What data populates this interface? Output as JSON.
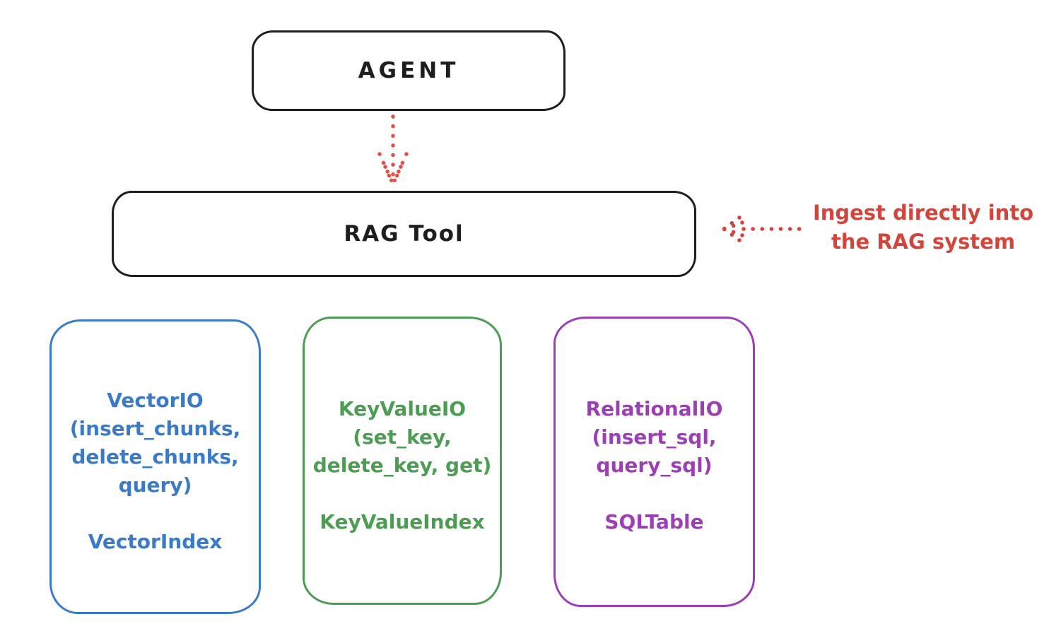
{
  "canvas": {
    "background": "#ffffff"
  },
  "nodes": {
    "agent": {
      "label": "AGENT",
      "stroke": "#1e1e1e"
    },
    "rag_tool": {
      "label": "RAG Tool",
      "stroke": "#1e1e1e"
    }
  },
  "annotation": {
    "line1": "Ingest directly into",
    "line2": "the RAG system",
    "color": "#d1453b"
  },
  "arrows": {
    "agent_to_rag": {
      "style": "dotted",
      "color": "#dd5149",
      "direction": "down"
    },
    "annotation_to_rag": {
      "style": "dotted",
      "color": "#d1453b",
      "direction": "left"
    }
  },
  "cards": [
    {
      "id": "vector-io",
      "color": "#3a7bc8",
      "lines": [
        "VectorIO",
        "(insert_chunks,",
        "delete_chunks,",
        "query)"
      ],
      "index_label": "VectorIndex"
    },
    {
      "id": "keyvalue-io",
      "color": "#4a9d51",
      "lines": [
        "KeyValueIO",
        "(set_key,",
        "delete_key, get)"
      ],
      "index_label": "KeyValueIndex"
    },
    {
      "id": "relational-io",
      "color": "#9c3fb5",
      "lines": [
        "RelationalIO",
        "(insert_sql,",
        "query_sql)"
      ],
      "index_label": "SQLTable"
    }
  ]
}
